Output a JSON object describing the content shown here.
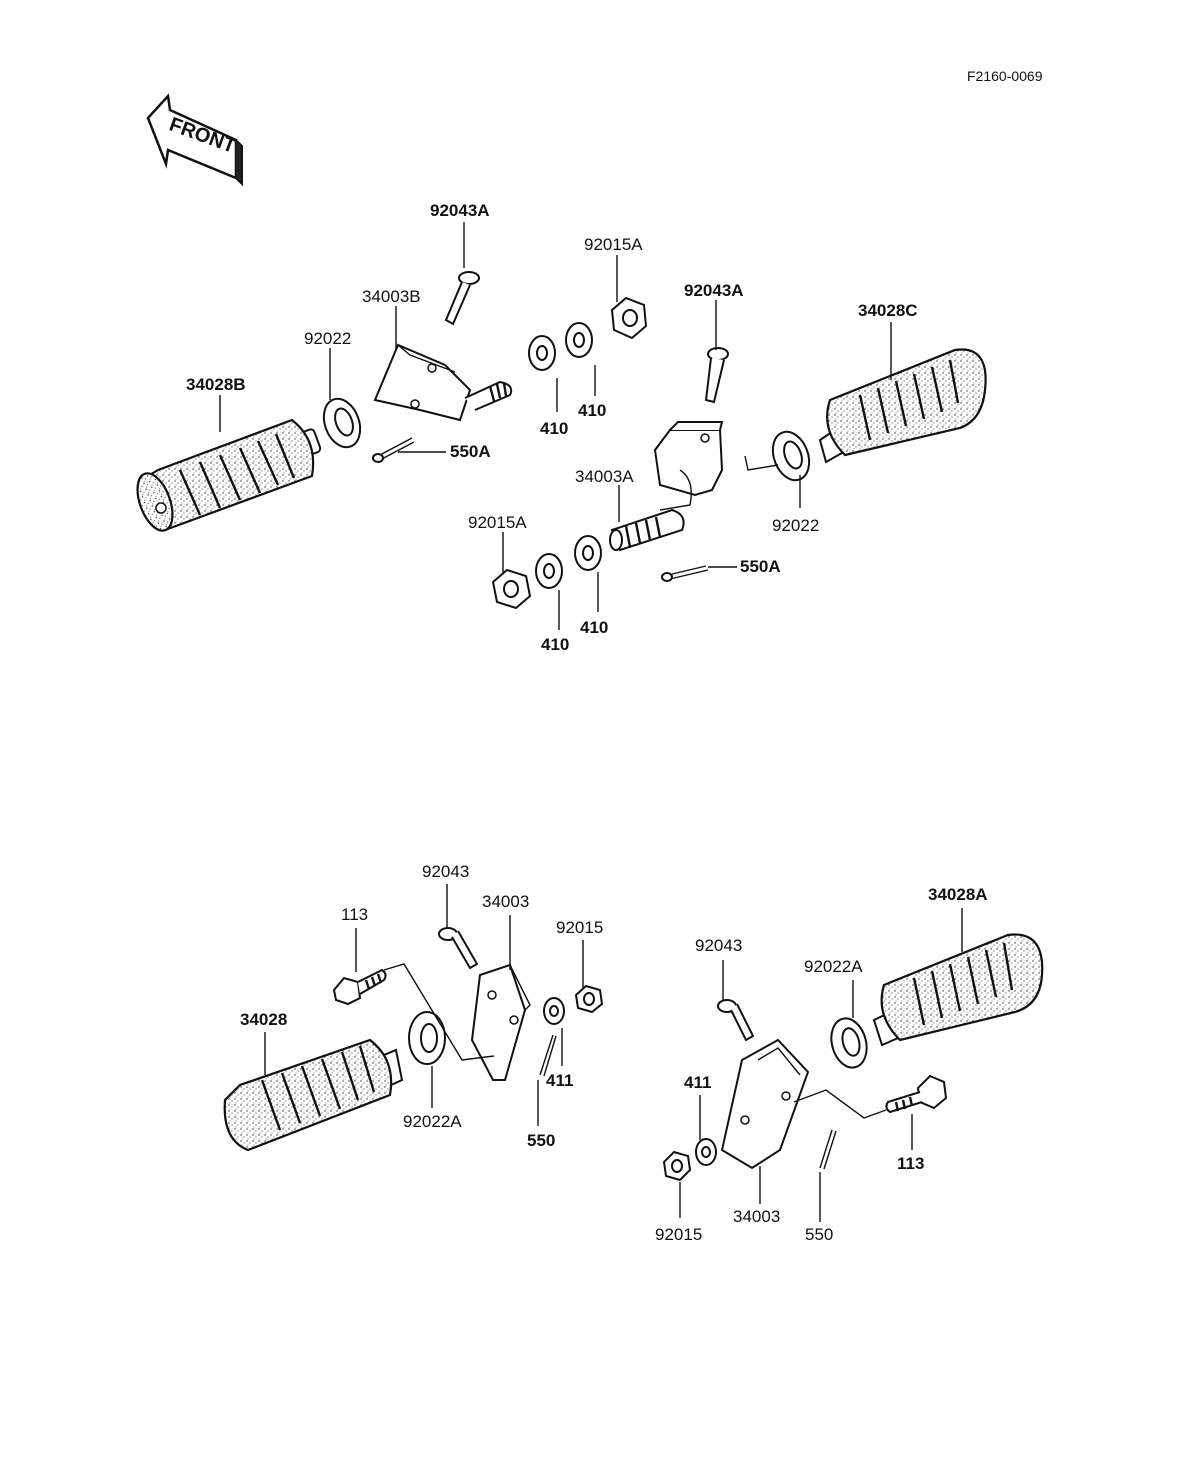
{
  "ref_code": "F2160-0069",
  "front_arrow_text": "FRONT",
  "labels": {
    "upper_left_pin": "92043A",
    "upper_left_holder": "34003B",
    "upper_left_washer": "92022",
    "upper_left_peg": "34028B",
    "upper_left_cotter": "550A",
    "upper_nut_a": "92015A",
    "upper_washer_a1": "410",
    "upper_washer_a2": "410",
    "upper_right_pin": "92043A",
    "upper_right_peg": "34028C",
    "upper_right_holder": "34003A",
    "upper_right_washer": "92022",
    "upper_nut_b": "92015A",
    "upper_washer_b1": "410",
    "upper_washer_b2": "410",
    "upper_right_cotter": "550A",
    "lower_left_pin": "92043",
    "lower_left_bracket": "34003",
    "lower_left_nut": "92015",
    "lower_left_bolt": "113",
    "lower_left_peg": "34028",
    "lower_left_washer": "92022A",
    "lower_left_small_washer": "411",
    "lower_left_cotter": "550",
    "lower_right_pin": "92043",
    "lower_right_washer": "92022A",
    "lower_right_peg": "34028A",
    "lower_right_small_washer": "411",
    "lower_right_bolt": "113",
    "lower_right_nut": "92015",
    "lower_right_bracket": "34003",
    "lower_right_cotter": "550"
  }
}
